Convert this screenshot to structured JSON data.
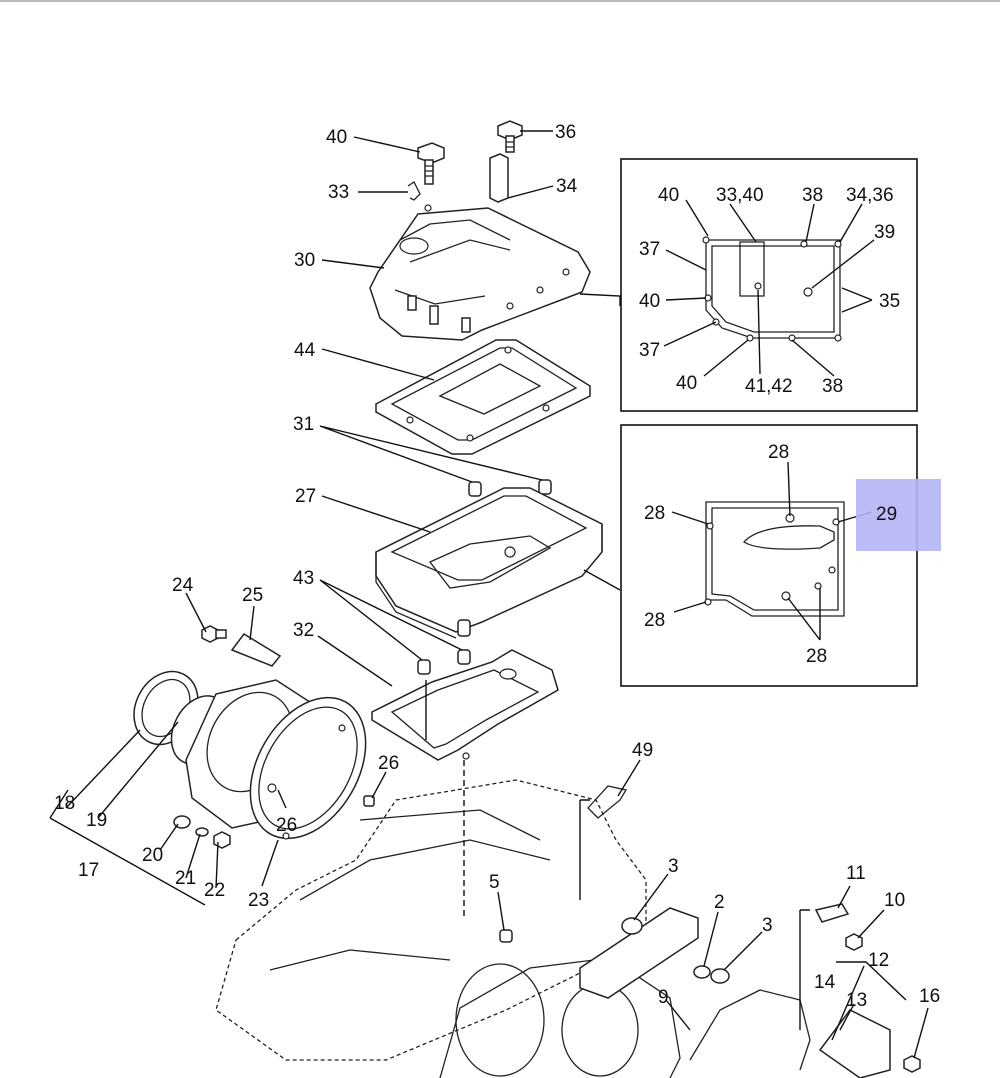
{
  "diagram": {
    "callouts": {
      "c40a": "40",
      "c36": "36",
      "c33": "33",
      "c34": "34",
      "c30": "30",
      "c44": "44",
      "c31": "31",
      "c27": "27",
      "c43": "43",
      "c32": "32",
      "c24": "24",
      "c25": "25",
      "c18": "18",
      "c19": "19",
      "c17": "17",
      "c20": "20",
      "c21": "21",
      "c22": "22",
      "c23": "23",
      "c26a": "26",
      "c26b": "26",
      "c49": "49",
      "c5": "5",
      "c3a": "3",
      "c2": "2",
      "c3b": "3",
      "c9": "9",
      "c11": "11",
      "c10": "10",
      "c12": "12",
      "c13": "13",
      "c14": "14",
      "c16": "16"
    },
    "inset_top": {
      "l40a": "40",
      "l3340": "33,40",
      "l38a": "38",
      "l3436": "34,36",
      "l39": "39",
      "l37a": "37",
      "l40b": "40",
      "l35": "35",
      "l37b": "37",
      "l40c": "40",
      "l4142": "41,42",
      "l38b": "38"
    },
    "inset_bottom": {
      "l28a": "28",
      "l28b": "28",
      "l29": "29",
      "l28c": "28",
      "l28d": "28"
    },
    "highlight_color": "#b4b4f4"
  }
}
